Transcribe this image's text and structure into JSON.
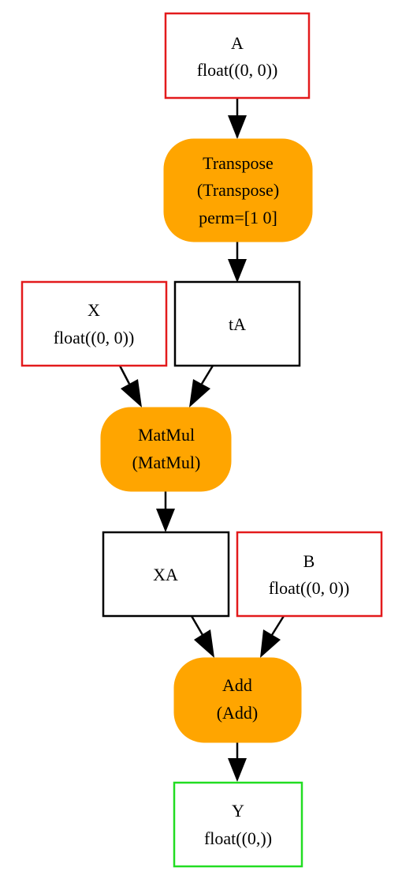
{
  "colors": {
    "input_border": "#e31a1c",
    "output_border": "#22dd22",
    "tensor_border": "#000000",
    "op_fill": "#ffa500",
    "edge": "#000000"
  },
  "nodes": {
    "A": {
      "line1": "A",
      "line2": "float((0, 0))"
    },
    "transpose": {
      "line1": "Transpose",
      "line2": "(Transpose)",
      "line3": "perm=[1 0]"
    },
    "X": {
      "line1": "X",
      "line2": "float((0, 0))"
    },
    "tA": {
      "line1": "tA"
    },
    "matmul": {
      "line1": "MatMul",
      "line2": "(MatMul)"
    },
    "XA": {
      "line1": "XA"
    },
    "B": {
      "line1": "B",
      "line2": "float((0, 0))"
    },
    "add": {
      "line1": "Add",
      "line2": "(Add)"
    },
    "Y": {
      "line1": "Y",
      "line2": "float((0,))"
    }
  }
}
